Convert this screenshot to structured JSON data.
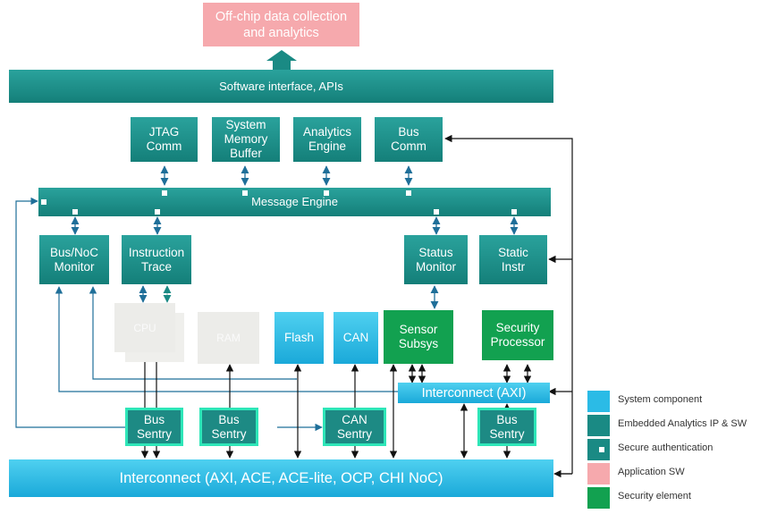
{
  "top": {
    "offchip_label": "Off-chip data collection\nand analytics",
    "software_label": "Software interface, APIs"
  },
  "comm": {
    "jtag": "JTAG\nComm",
    "memory": "System\nMemory\nBuffer",
    "analytics": "Analytics\nEngine",
    "bus": "Bus\nComm"
  },
  "message_engine": "Message Engine",
  "monitors": {
    "bus_noc": "Bus/NoC\nMonitor",
    "instruction": "Instruction\nTrace",
    "status": "Status\nMonitor",
    "static": "Static\nInstr"
  },
  "components": {
    "cpu": "CPU",
    "ram": "RAM",
    "flash": "Flash",
    "can": "CAN",
    "sensor": "Sensor\nSubsys",
    "security": "Security\nProcessor"
  },
  "interconnect_axi": "Interconnect (AXI)",
  "sentries": {
    "s1": "Bus\nSentry",
    "s2": "Bus\nSentry",
    "can": "CAN\nSentry",
    "s4": "Bus\nSentry"
  },
  "interconnect_main": "Interconnect (AXI, ACE, ACE-lite, OCP, CHI NoC)",
  "legend": [
    {
      "label": "System component",
      "color": "#2bbbe6"
    },
    {
      "label": "Embedded Analytics IP & SW",
      "color": "#1a8a84"
    },
    {
      "label": "Secure authentication",
      "color": "#1a8a84"
    },
    {
      "label": "Application SW",
      "color": "#f6a9ad"
    },
    {
      "label": "Security element",
      "color": "#12a150"
    }
  ],
  "colors": {
    "teal": "#1a8a84",
    "system_blue": "#2bbbe6",
    "security_green": "#12a150",
    "app_pink": "#f6a9ad",
    "sentry_border": "#2ee6b8"
  }
}
